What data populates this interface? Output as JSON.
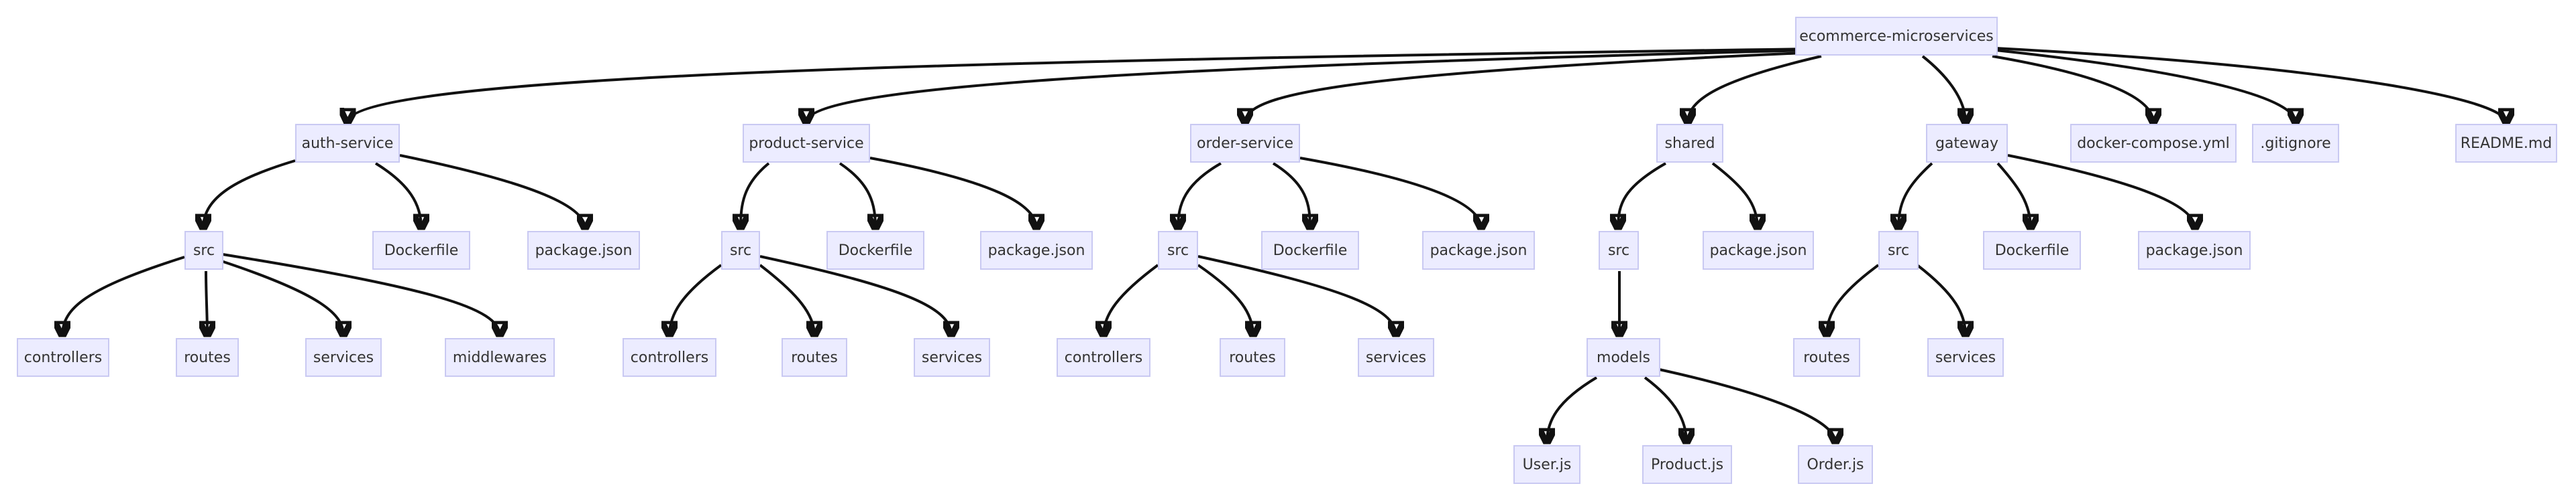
{
  "root": "ecommerce-microservices",
  "services": {
    "auth": {
      "name": "auth-service",
      "src": "src",
      "src_children": [
        "controllers",
        "routes",
        "services",
        "middlewares"
      ],
      "files": [
        "Dockerfile",
        "package.json"
      ]
    },
    "product": {
      "name": "product-service",
      "src": "src",
      "src_children": [
        "controllers",
        "routes",
        "services"
      ],
      "files": [
        "Dockerfile",
        "package.json"
      ]
    },
    "order": {
      "name": "order-service",
      "src": "src",
      "src_children": [
        "controllers",
        "routes",
        "services"
      ],
      "files": [
        "Dockerfile",
        "package.json"
      ]
    },
    "shared": {
      "name": "shared",
      "src": "src",
      "models": "models",
      "model_files": [
        "User.js",
        "Product.js",
        "Order.js"
      ],
      "files": [
        "package.json"
      ]
    },
    "gateway": {
      "name": "gateway",
      "src": "src",
      "src_children": [
        "routes",
        "services"
      ],
      "files": [
        "Dockerfile",
        "package.json"
      ]
    }
  },
  "root_files": [
    "docker-compose.yml",
    ".gitignore",
    "README.md"
  ]
}
